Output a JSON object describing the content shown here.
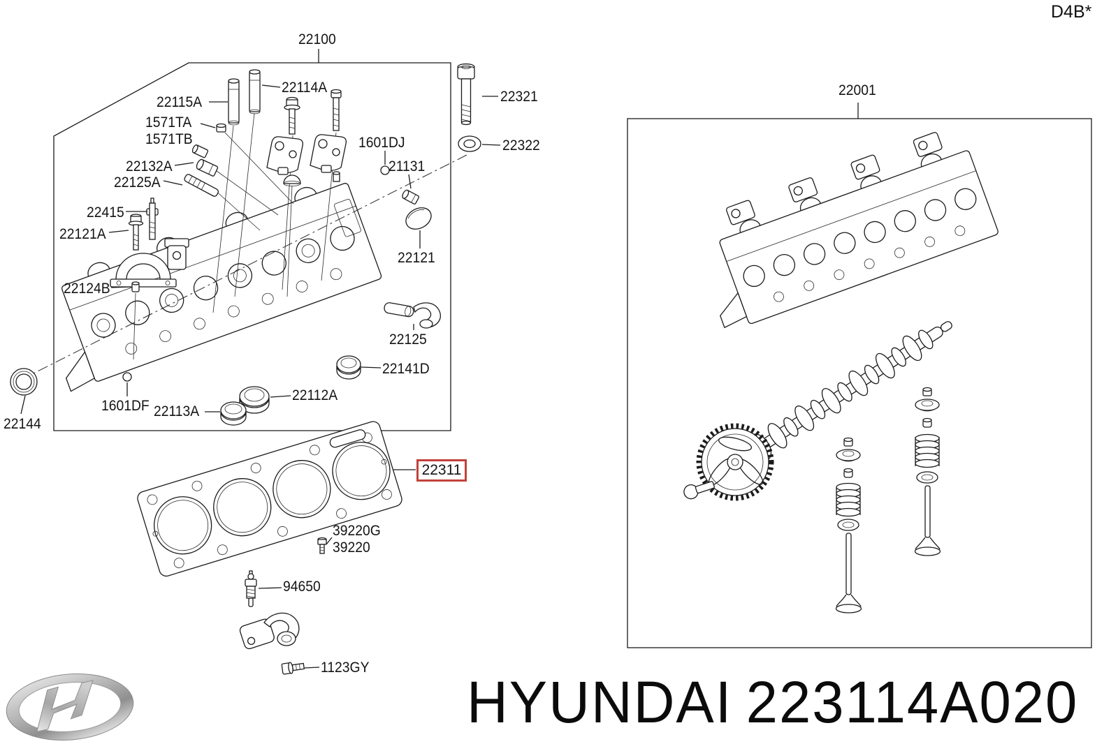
{
  "header": {
    "variant_code": "D4B*"
  },
  "colors": {
    "ink": "#1b1b1b",
    "highlight_red": "#c2423b",
    "logo_silver": "#c9c9c9"
  },
  "left_assembly": {
    "label": "22100"
  },
  "right_assembly": {
    "label": "22001"
  },
  "highlight": {
    "code": "22311"
  },
  "callouts": [
    {
      "code": "22115A"
    },
    {
      "code": "22114A"
    },
    {
      "code": "1571TA"
    },
    {
      "code": "1571TB"
    },
    {
      "code": "22132A"
    },
    {
      "code": "22125A"
    },
    {
      "code": "22415"
    },
    {
      "code": "22121A"
    },
    {
      "code": "22124B"
    },
    {
      "code": "1601DJ"
    },
    {
      "code": "21131"
    },
    {
      "code": "22321"
    },
    {
      "code": "22322"
    },
    {
      "code": "22121"
    },
    {
      "code": "22125"
    },
    {
      "code": "22141D"
    },
    {
      "code": "22112A"
    },
    {
      "code": "22113A"
    },
    {
      "code": "1601DF"
    },
    {
      "code": "22144"
    },
    {
      "code": "39220G"
    },
    {
      "code": "39220"
    },
    {
      "code": "94650"
    },
    {
      "code": "1123GY"
    }
  ],
  "footer": {
    "brand": "HYUNDAI",
    "part_number": "223114A020"
  }
}
